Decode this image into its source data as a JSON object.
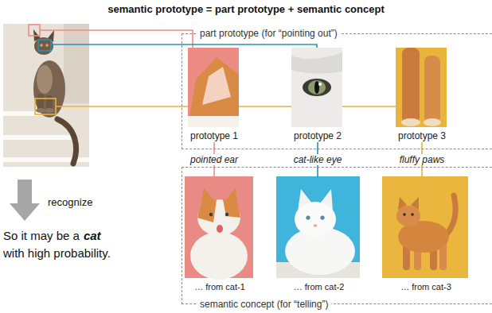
{
  "diagram": {
    "title": "semantic prototype = part prototype + semantic concept",
    "nodes": [
      {
        "text": [
          "part prototype (for “pointing out”)"
        ]
      },
      {
        "text": [
          "prototype 1"
        ],
        "in": 0
      },
      {
        "text": [
          "prototype 2"
        ],
        "in": 0
      },
      {
        "text": [
          "prototype 3"
        ],
        "in": 0
      },
      {
        "text": [
          "semantic concept (for “telling”)"
        ]
      },
      {
        "text": [
          "… from cat-1"
        ],
        "in": 4
      },
      {
        "text": [
          "… from cat-2"
        ],
        "in": 4
      },
      {
        "text": [
          "… from cat-3"
        ],
        "in": 4
      }
    ],
    "edges": [
      {
        "from": 1,
        "to": 5,
        "arrow": "none",
        "label": "pointed ear"
      },
      {
        "from": 2,
        "to": 6,
        "arrow": "none",
        "label": "cat-like eye"
      },
      {
        "from": 3,
        "to": 7,
        "arrow": "none",
        "label": "fluffy paws"
      }
    ],
    "labels": [
      "recognize",
      "So it may be a",
      "cat",
      "with high probability."
    ]
  }
}
